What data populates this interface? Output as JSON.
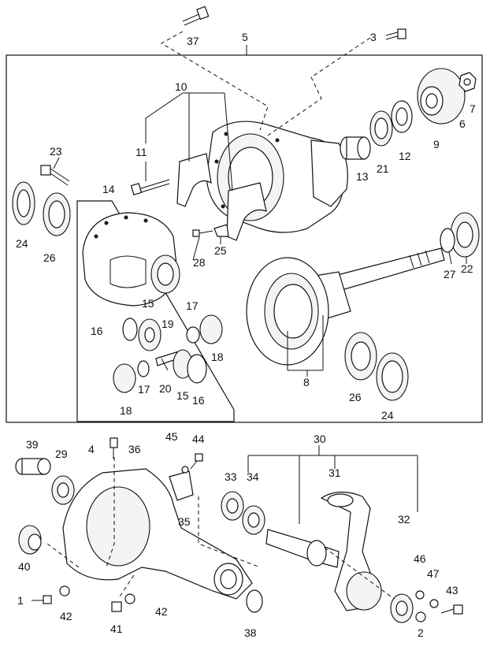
{
  "callouts": [
    {
      "id": "c37",
      "text": "37"
    },
    {
      "id": "c5",
      "text": "5"
    },
    {
      "id": "c3",
      "text": "3"
    },
    {
      "id": "c10",
      "text": "10"
    },
    {
      "id": "c7",
      "text": "7"
    },
    {
      "id": "c6",
      "text": "6"
    },
    {
      "id": "c9",
      "text": "9"
    },
    {
      "id": "c11",
      "text": "11"
    },
    {
      "id": "c23",
      "text": "23"
    },
    {
      "id": "c13",
      "text": "13"
    },
    {
      "id": "c21",
      "text": "21"
    },
    {
      "id": "c12",
      "text": "12"
    },
    {
      "id": "c14",
      "text": "14"
    },
    {
      "id": "c24a",
      "text": "24"
    },
    {
      "id": "c26a",
      "text": "26"
    },
    {
      "id": "c28",
      "text": "28"
    },
    {
      "id": "c25",
      "text": "25"
    },
    {
      "id": "c27",
      "text": "27"
    },
    {
      "id": "c22",
      "text": "22"
    },
    {
      "id": "c15a",
      "text": "15"
    },
    {
      "id": "c17a",
      "text": "17"
    },
    {
      "id": "c16a",
      "text": "16"
    },
    {
      "id": "c19",
      "text": "19"
    },
    {
      "id": "c18a",
      "text": "18"
    },
    {
      "id": "c17b",
      "text": "17"
    },
    {
      "id": "c20",
      "text": "20"
    },
    {
      "id": "c15b",
      "text": "15"
    },
    {
      "id": "c16b",
      "text": "16"
    },
    {
      "id": "c18b",
      "text": "18"
    },
    {
      "id": "c8",
      "text": "8"
    },
    {
      "id": "c26b",
      "text": "26"
    },
    {
      "id": "c24b",
      "text": "24"
    },
    {
      "id": "c30",
      "text": "30"
    },
    {
      "id": "c39",
      "text": "39"
    },
    {
      "id": "c29",
      "text": "29"
    },
    {
      "id": "c4",
      "text": "4"
    },
    {
      "id": "c36",
      "text": "36"
    },
    {
      "id": "c45",
      "text": "45"
    },
    {
      "id": "c44",
      "text": "44"
    },
    {
      "id": "c33",
      "text": "33"
    },
    {
      "id": "c34",
      "text": "34"
    },
    {
      "id": "c31",
      "text": "31"
    },
    {
      "id": "c35",
      "text": "35"
    },
    {
      "id": "c32",
      "text": "32"
    },
    {
      "id": "c40",
      "text": "40"
    },
    {
      "id": "c46",
      "text": "46"
    },
    {
      "id": "c47",
      "text": "47"
    },
    {
      "id": "c43",
      "text": "43"
    },
    {
      "id": "c1",
      "text": "1"
    },
    {
      "id": "c42a",
      "text": "42"
    },
    {
      "id": "c41",
      "text": "41"
    },
    {
      "id": "c42b",
      "text": "42"
    },
    {
      "id": "c38",
      "text": "38"
    },
    {
      "id": "c2",
      "text": "2"
    }
  ]
}
